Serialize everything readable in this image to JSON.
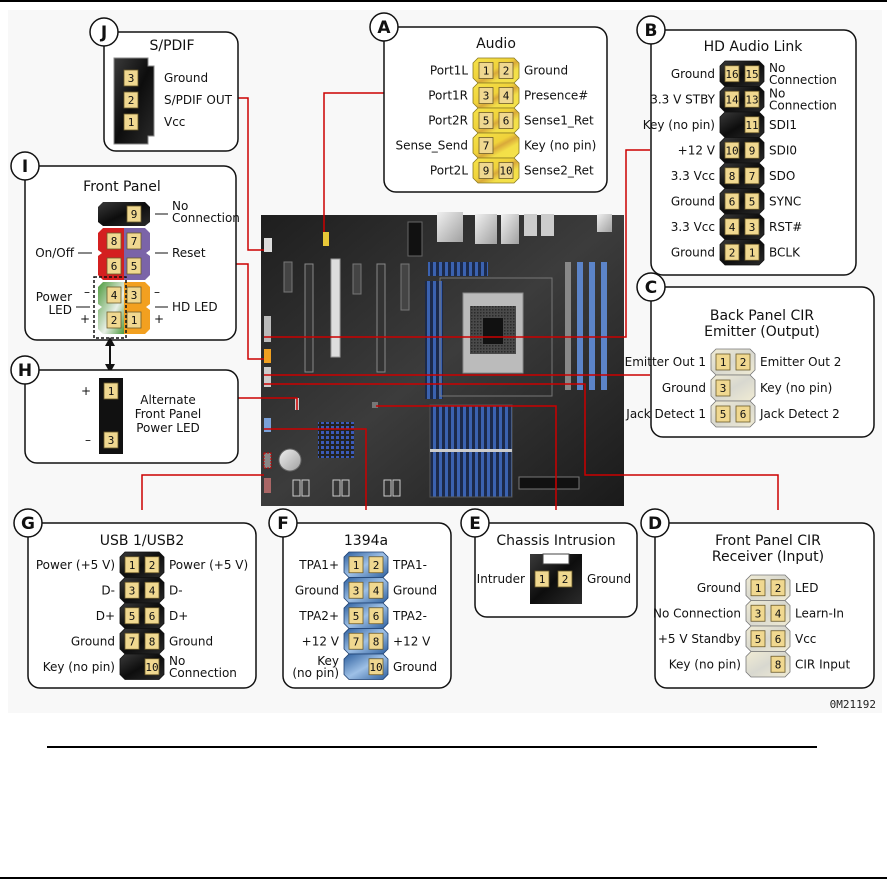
{
  "figure_code": "0M21192",
  "colors": {
    "leader_line": "#cc0000",
    "pin_fill": "#f0d890",
    "header_black": "#1a1a1a",
    "header_yellow": "#f2dc3a",
    "header_blue": "#3d74b8",
    "header_beige": "#efead0",
    "fp_red": "#d42020",
    "fp_purple": "#7b64a8",
    "fp_green": "#5ea84a",
    "fp_orange": "#f2a020",
    "board": "#2a2a2a"
  },
  "callouts": {
    "J": {
      "letter": "J",
      "title": "S/PDIF",
      "pins": [
        {
          "num": "3",
          "label": "Ground"
        },
        {
          "num": "2",
          "label": "S/PDIF OUT"
        },
        {
          "num": "1",
          "label": "Vcc"
        }
      ]
    },
    "A": {
      "letter": "A",
      "title": "Audio",
      "rows": [
        {
          "left": "Port1L",
          "a": "1",
          "b": "2",
          "right": "Ground"
        },
        {
          "left": "Port1R",
          "a": "3",
          "b": "4",
          "right": "Presence#"
        },
        {
          "left": "Port2R",
          "a": "5",
          "b": "6",
          "right": "Sense1_Ret"
        },
        {
          "left": "Sense_Send",
          "a": "7",
          "b": "",
          "right": "Key (no pin)"
        },
        {
          "left": "Port2L",
          "a": "9",
          "b": "10",
          "right": "Sense2_Ret"
        }
      ]
    },
    "B": {
      "letter": "B",
      "title": "HD Audio Link",
      "rows": [
        {
          "left": "Ground",
          "a": "16",
          "b": "15",
          "right": "No Connection"
        },
        {
          "left": "3.3 V STBY",
          "a": "14",
          "b": "13",
          "right": "No Connection"
        },
        {
          "left": "Key (no pin)",
          "a": "",
          "b": "11",
          "right": "SDI1"
        },
        {
          "left": "+12 V",
          "a": "10",
          "b": "9",
          "right": "SDI0"
        },
        {
          "left": "3.3 Vcc",
          "a": "8",
          "b": "7",
          "right": "SDO"
        },
        {
          "left": "Ground",
          "a": "6",
          "b": "5",
          "right": "SYNC"
        },
        {
          "left": "3.3 Vcc",
          "a": "4",
          "b": "3",
          "right": "RST#"
        },
        {
          "left": "Ground",
          "a": "2",
          "b": "1",
          "right": "BCLK"
        }
      ]
    },
    "I": {
      "letter": "I",
      "title": "Front Panel",
      "pin9_label": "No Connection",
      "on_off_label": "On/Off",
      "reset_label": "Reset",
      "power_led_label": "Power LED",
      "hd_led_label": "HD LED",
      "minus": "–",
      "plus": "+",
      "pins": [
        "9",
        "8",
        "7",
        "6",
        "5",
        "4",
        "3",
        "2",
        "1"
      ]
    },
    "H": {
      "letter": "H",
      "title": "Alternate Front Panel Power LED",
      "title_lines": [
        "Alternate",
        "Front Panel",
        "Power LED"
      ],
      "pins": [
        {
          "num": "1",
          "sign": "+"
        },
        {
          "num": "3",
          "sign": "–"
        }
      ]
    },
    "C": {
      "letter": "C",
      "title_lines": [
        "Back Panel CIR",
        "Emitter (Output)"
      ],
      "rows": [
        {
          "left": "Emitter Out 1",
          "a": "1",
          "b": "2",
          "right": "Emitter Out 2"
        },
        {
          "left": "Ground",
          "a": "3",
          "b": "",
          "right": "Key (no pin)"
        },
        {
          "left": "Jack Detect 1",
          "a": "5",
          "b": "6",
          "right": "Jack Detect 2"
        }
      ]
    },
    "G": {
      "letter": "G",
      "title": "USB 1/USB2",
      "rows": [
        {
          "left": "Power (+5 V)",
          "a": "1",
          "b": "2",
          "right": "Power (+5 V)"
        },
        {
          "left": "D-",
          "a": "3",
          "b": "4",
          "right": "D-"
        },
        {
          "left": "D+",
          "a": "5",
          "b": "6",
          "right": "D+"
        },
        {
          "left": "Ground",
          "a": "7",
          "b": "8",
          "right": "Ground"
        },
        {
          "left": "Key (no pin)",
          "a": "",
          "b": "10",
          "right": "No Connection"
        }
      ]
    },
    "F": {
      "letter": "F",
      "title": "1394a",
      "rows": [
        {
          "left": "TPA1+",
          "a": "1",
          "b": "2",
          "right": "TPA1-"
        },
        {
          "left": "Ground",
          "a": "3",
          "b": "4",
          "right": "Ground"
        },
        {
          "left": "TPA2+",
          "a": "5",
          "b": "6",
          "right": "TPA2-"
        },
        {
          "left": "+12 V",
          "a": "7",
          "b": "8",
          "right": "+12 V"
        },
        {
          "left": "Key (no pin)",
          "a": "",
          "b": "10",
          "right": "Ground"
        }
      ]
    },
    "E": {
      "letter": "E",
      "title": "Chassis Intrusion",
      "left": "Intruder",
      "right": "Ground",
      "pins": [
        "1",
        "2"
      ]
    },
    "D": {
      "letter": "D",
      "title_lines": [
        "Front Panel CIR",
        "Receiver (Input)"
      ],
      "rows": [
        {
          "left": "Ground",
          "a": "1",
          "b": "2",
          "right": "LED"
        },
        {
          "left": "No Connection",
          "a": "3",
          "b": "4",
          "right": "Learn-In"
        },
        {
          "left": "+5 V Standby",
          "a": "5",
          "b": "6",
          "right": "Vcc"
        },
        {
          "left": "Key (no pin)",
          "a": "",
          "b": "8",
          "right": "CIR Input"
        }
      ]
    }
  }
}
